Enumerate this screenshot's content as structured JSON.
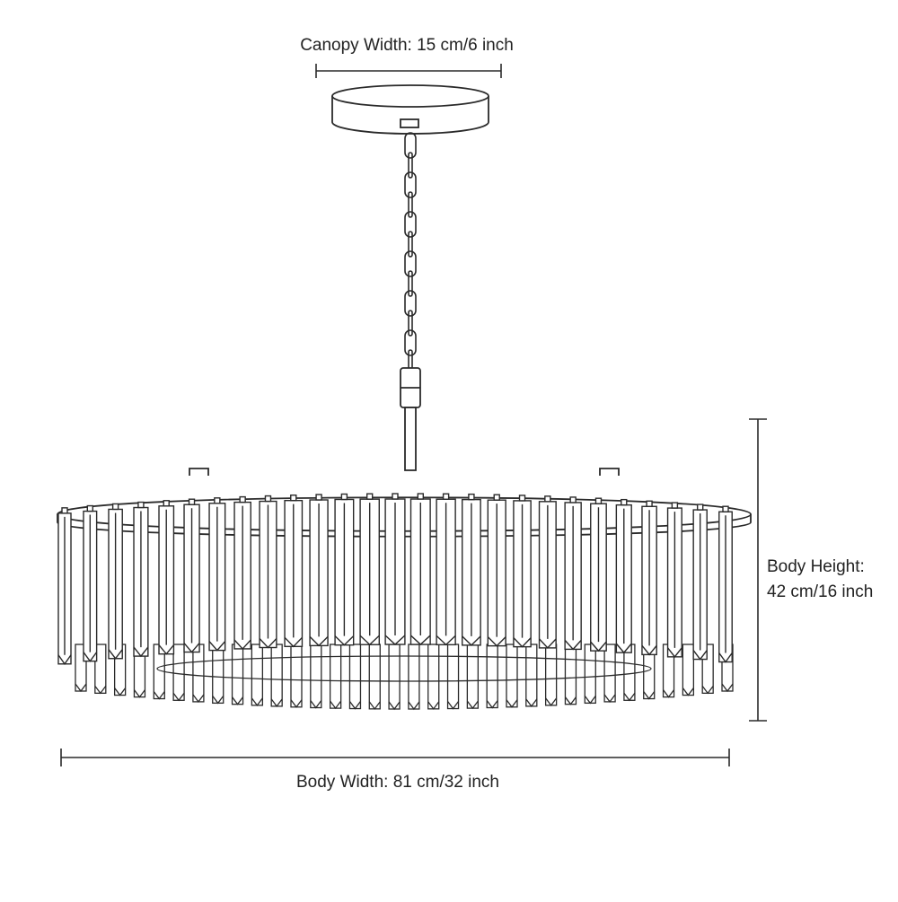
{
  "dimensions": {
    "canopy_width": "Canopy Width: 15 cm/6 inch",
    "body_width": "Body Width: 81 cm/32 inch",
    "body_height_title": "Body Height:",
    "body_height_value": "42 cm/16 inch"
  },
  "colors": {
    "line": "#2a2a2a",
    "background": "#ffffff"
  }
}
